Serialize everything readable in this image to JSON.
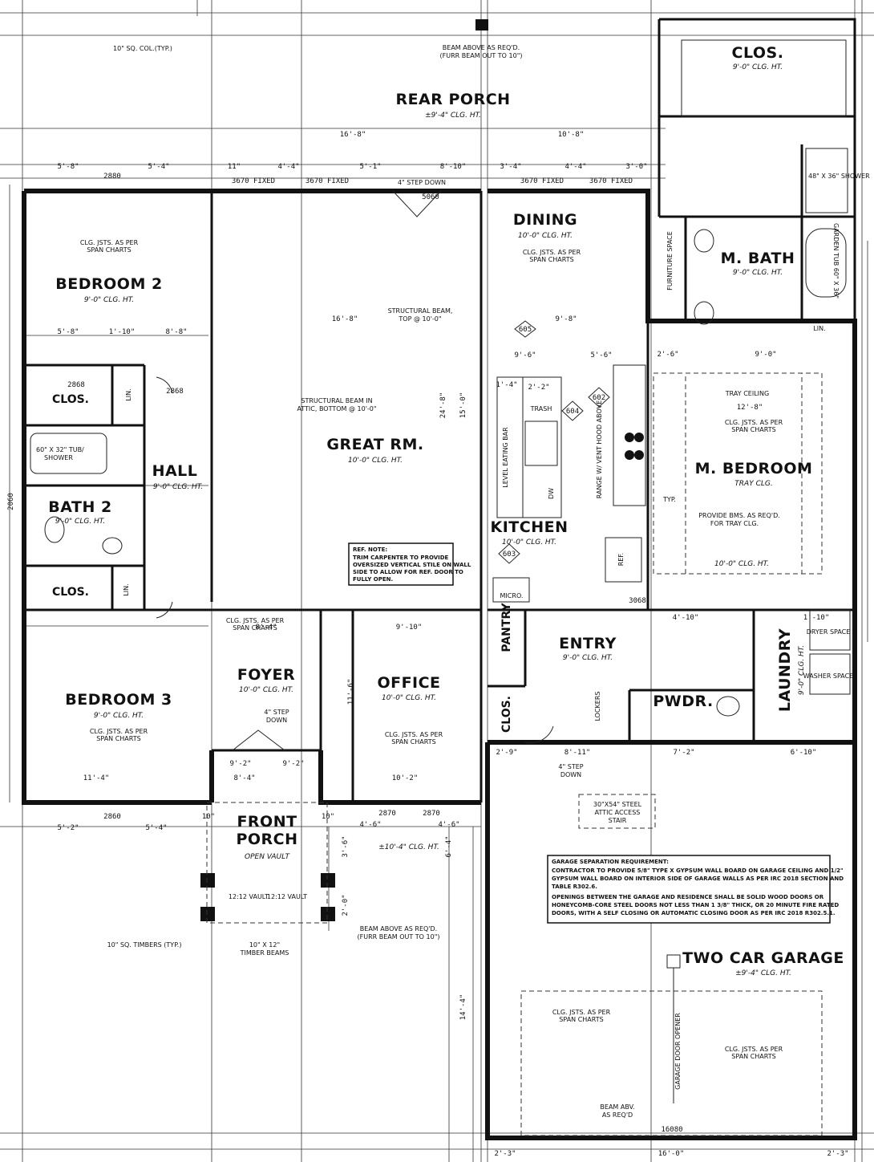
{
  "rooms": {
    "rear_porch": {
      "name": "REAR PORCH",
      "clg": "±9'-4\" CLG. HT."
    },
    "dining": {
      "name": "DINING",
      "clg": "10'-0\" CLG. HT."
    },
    "closet_master": {
      "name": "CLOS.",
      "clg": "9'-0\" CLG. HT."
    },
    "master_bath": {
      "name": "M. BATH",
      "clg": "9'-0\" CLG. HT."
    },
    "bedroom2": {
      "name": "BEDROOM 2",
      "clg": "9'-0\" CLG. HT."
    },
    "great_room": {
      "name": "GREAT RM.",
      "clg": "10'-0\" CLG. HT."
    },
    "kitchen": {
      "name": "KITCHEN",
      "clg": "10'-0\" CLG. HT."
    },
    "master_bedroom": {
      "name": "M. BEDROOM",
      "clg": "TRAY CLG."
    },
    "hall": {
      "name": "HALL",
      "clg": "9'-0\" CLG. HT."
    },
    "bath2": {
      "name": "BATH 2",
      "clg": "9'-0\" CLG. HT."
    },
    "clos_a": {
      "name": "CLOS."
    },
    "clos_b": {
      "name": "CLOS."
    },
    "clos_c": {
      "name": "CLOS."
    },
    "foyer": {
      "name": "FOYER",
      "clg": "10'-0\" CLG. HT."
    },
    "office": {
      "name": "OFFICE",
      "clg": "10'-0\" CLG. HT."
    },
    "entry": {
      "name": "ENTRY",
      "clg": "9'-0\" CLG. HT."
    },
    "pantry": {
      "name": "PANTRY"
    },
    "powder": {
      "name": "PWDR."
    },
    "laundry": {
      "name": "LAUNDRY",
      "clg": "9'-0\" CLG. HT."
    },
    "bedroom3": {
      "name": "BEDROOM 3",
      "clg": "9'-0\" CLG. HT."
    },
    "front_porch": {
      "name1": "FRONT",
      "name2": "PORCH",
      "clg": "OPEN VAULT"
    },
    "garage": {
      "name": "TWO CAR GARAGE",
      "clg": "±9'-4\" CLG. HT."
    },
    "front_bump": {
      "clg": "±10'-4\" CLG. HT."
    }
  },
  "notes": {
    "col_typ": "10\" SQ. COL.(TYP.)",
    "beam_rear_1": "BEAM ABOVE AS REQ'D.",
    "beam_rear_2": "(FURR BEAM OUT TO 10\")",
    "step_down_rear": "4\" STEP DOWN",
    "joists_span_1": "CLG. JSTS. AS PER",
    "joists_span_2": "SPAN CHARTS",
    "struct_beam_top_1": "STRUCTURAL BEAM,",
    "struct_beam_top_2": "TOP @ 10'-0\"",
    "struct_beam_attic_1": "STRUCTURAL BEAM IN",
    "struct_beam_attic_2": "ATTIC, BOTTOM @ 10'-0\"",
    "tray_ceiling": "TRAY CEILING",
    "provide_bms_1": "PROVIDE BMS. AS REQ'D.",
    "provide_bms_2": "FOR TRAY CLG.",
    "master_clg": "10'-0\" CLG. HT.",
    "tub_shower_1": "60\" X 32\" TUB/",
    "tub_shower_2": "SHOWER",
    "shower": "48\" X 36\" SHOWER",
    "garden_tub": "GARDEN TUB 60\" X 36\"",
    "furniture_space": "FURNITURE SPACE",
    "lin": "LIN.",
    "trash": "TRASH",
    "dw": "DW",
    "level_bar": "LEVEL EATING BAR",
    "range_vent": "RANGE W/ VENT HOOD ABOVE",
    "ref": "REF.",
    "micro": "MICRO.",
    "ref_note_title": "REF. NOTE:",
    "ref_note_1": "TRIM CARPENTER TO PROVIDE",
    "ref_note_2": "OVERSIZED VERTICAL STILE ON WALL",
    "ref_note_3": "SIDE TO ALLOW FOR REF. DOOR TO",
    "ref_note_4": "FULLY OPEN.",
    "lockers": "LOCKERS",
    "dryer": "DRYER SPACE",
    "washer": "WASHER SPACE",
    "step_foyer_1": "4\" STEP",
    "step_foyer_2": "DOWN",
    "step_garage_1": "4\" STEP",
    "step_garage_2": "DOWN",
    "attic_stair_1": "30\"X54\" STEEL",
    "attic_stair_2": "ATTIC ACCESS",
    "attic_stair_3": "STAIR",
    "garage_sep_title": "GARAGE SEPARATION REQUIREMENT:",
    "garage_sep_1": "CONTRACTOR TO PROVIDE 5/8\" TYPE X GYPSUM WALL BOARD ON GARAGE CEILING AND 1/2\"",
    "garage_sep_2": "GYPSUM WALL BOARD ON INTERIOR SIDE OF GARAGE WALLS AS PER IRC 2018 SECTION AND",
    "garage_sep_3": "TABLE R302.6.",
    "garage_sep_4": "OPENINGS BETWEEN THE GARAGE AND RESIDENCE SHALL BE SOLID WOOD DOORS OR",
    "garage_sep_5": "HONEYCOMB-CORE STEEL DOORS NOT LESS THAN 1 3/8\" THICK, OR 20 MINUTE FIRE RATED",
    "garage_sep_6": "DOORS, WITH A SELF CLOSING OR AUTOMATIC CLOSING DOOR AS PER IRC 2018 R302.5.1.",
    "garage_opener": "GARAGE DOOR OPENER",
    "beam_garage_1": "BEAM ABV.",
    "beam_garage_2": "AS REQ'D",
    "beam_front_1": "BEAM ABOVE AS REQ'D.",
    "beam_front_2": "(FURR BEAM OUT TO 10\")",
    "timbers_typ": "10\" SQ. TIMBERS (TYP.)",
    "timber_beams_1": "10\" X 12\"",
    "timber_beams_2": "TIMBER BEAMS",
    "vault": "12:12 VAULT",
    "typ": "TYP."
  },
  "dimensions": {
    "top_porch_left": "16'-8\"",
    "top_porch_right": "10'-8\"",
    "d_5_8": "5'-8\"",
    "d_5_4": "5'-4\"",
    "d_2880": "2880",
    "d_11": "11\"",
    "d_3070_a": "3670 FIXED",
    "d_4_4": "4'-4\"",
    "d_5_1": "5'-1\"",
    "d_8_10": "8'-10\"",
    "d_3_4": "3'-4\"",
    "d_4_4b": "4'-4\"",
    "d_3_0": "3'-0\"",
    "d_3670_b": "3670 FIXED",
    "d_3670_c": "3670 FIXED",
    "d_3670_d": "3670 FIXED",
    "d_5060": "5060",
    "d_9_8": "9'-8\"",
    "d_16_8": "16'-8\"",
    "d_5_8b": "5'-8\"",
    "d_1_10": "1'-10\"",
    "d_8_8": "8'-8\"",
    "d_9_6": "9'-6\"",
    "d_5_6": "5'-6\"",
    "d_2868": "2868",
    "d_2_2": "2'-2\"",
    "d_1_4": "1'-4\"",
    "d_12_8": "12'-8\"",
    "d_2_6": "2'-6\"",
    "d_9_0": "9'-0\"",
    "d_2868_b": "2868",
    "d_24_8": "24'-8\"",
    "d_15_0": "15'-0\"",
    "d_8_4": "8'-4\"",
    "d_9_10": "9'-10\"",
    "d_3068": "3068",
    "d_4_10": "4'-10\"",
    "d_1_10b": "1'-10\"",
    "d_11_4": "11'-4\"",
    "d_8_4b": "8'-4\"",
    "d_10_2": "10'-2\"",
    "d_9_2": "9'-2\"",
    "d_9_2b": "9'-2\"",
    "d_2_9": "2'-9\"",
    "d_8_11": "8'-11\"",
    "d_7_2": "7'-2\"",
    "d_6_10": "6'-10\"",
    "d_5_2": "5'-2\"",
    "d_5_4b": "5'-4\"",
    "d_2870": "2870",
    "d_4_6": "4'-6\"",
    "d_14_4": "14'-4\"",
    "d_16_0": "16'-0\"",
    "d_2_3": "2'-3\"",
    "d_2_3b": "2'-3\"",
    "d_16080": "16080",
    "d_2860": "2860",
    "d_2060": "2060",
    "d_10": "10\"",
    "d_2_0": "2'-0\"",
    "d_3_6": "3'-6\"",
    "d_11_6": "11'-6\"",
    "d_6_4": "6'-4\"",
    "tag_605": "605",
    "tag_604": "604",
    "tag_602": "602",
    "tag_603": "603"
  }
}
